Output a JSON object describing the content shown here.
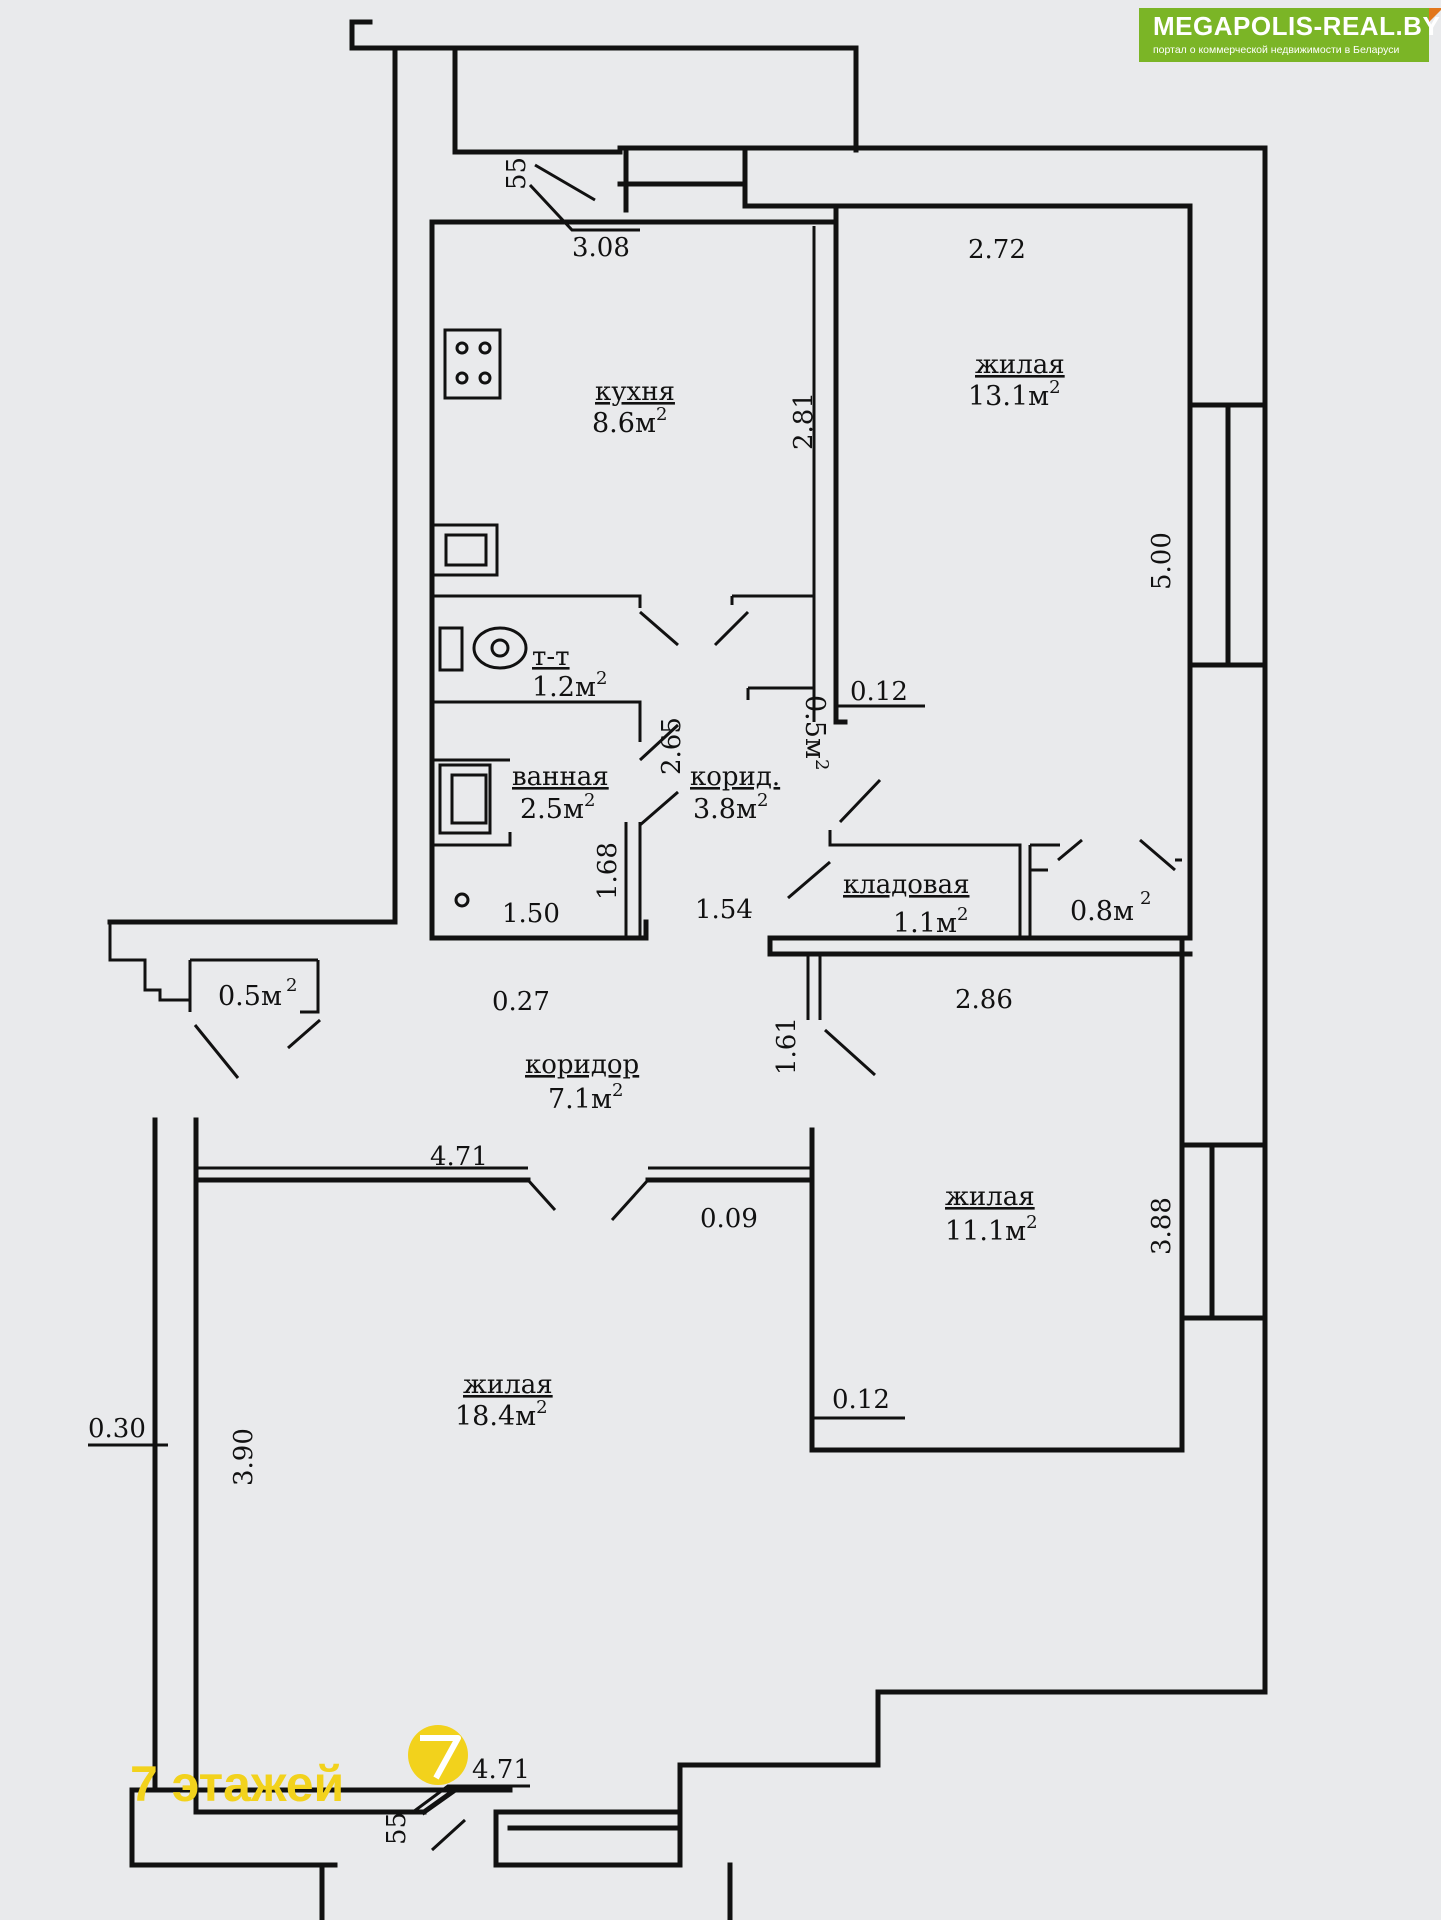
{
  "brand": {
    "name": "MEGAPOLIS-REAL.BY",
    "tagline": "портал о коммерческой недвижимости в Беларуси",
    "color": "#7bb526"
  },
  "badge": {
    "floors_text": "7 этажей",
    "color": "#f2d21c"
  },
  "rooms": {
    "kitchen": {
      "name": "кухня",
      "area": "8.6м"
    },
    "living_ne": {
      "name": "жилая",
      "area": "13.1м"
    },
    "toilet": {
      "name": "т-т",
      "area": "1.2м"
    },
    "bath": {
      "name": "ванная",
      "area": "2.5м"
    },
    "corr_small": {
      "name": "корид.",
      "area": "3.8м"
    },
    "pantry": {
      "name": "кладовая",
      "area": "1.1м"
    },
    "closet_east": {
      "area": "0.8м"
    },
    "closet_west": {
      "area": "0.5м"
    },
    "closet_mid": {
      "area": "0.5м"
    },
    "corridor": {
      "name": "коридор",
      "area": "7.1м"
    },
    "living_e": {
      "name": "жилая",
      "area": "11.1м"
    },
    "living_s": {
      "name": "жилая",
      "area": "18.4м"
    },
    "sup2": "2"
  },
  "dims": {
    "d55_top": "55",
    "d308": "3.08",
    "d272": "2.72",
    "d281": "2.81",
    "d500": "5.00",
    "d012_top": "0.12",
    "d265": "2.65",
    "d168": "1.68",
    "d150": "1.50",
    "d154": "1.54",
    "d027": "0.27",
    "d286": "2.86",
    "d161": "1.61",
    "d471_mid": "4.71",
    "d009": "0.09",
    "d388": "3.88",
    "d012_bot": "0.12",
    "d030": "0.30",
    "d390": "3.90",
    "d471_bot": "4.71",
    "d55_bot": "55"
  }
}
